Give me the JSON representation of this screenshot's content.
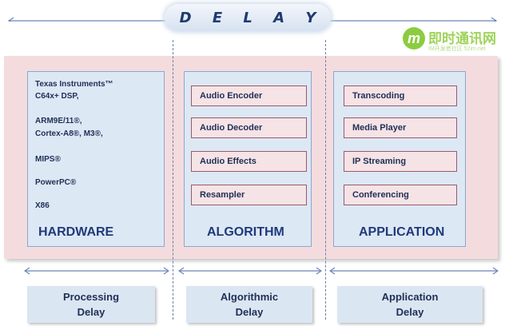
{
  "title": "D E L A Y",
  "watermark": {
    "mark": "m",
    "name": "即时通讯网",
    "sub": "IM开发者社区 52im.net"
  },
  "hardware": {
    "items": [
      "Texas Instruments™",
      "C64x+ DSP,",
      "ARM9E/11®,",
      "Cortex-A8®, M3®,",
      "MIPS®",
      "PowerPC®",
      "X86"
    ],
    "label": "HARDWARE"
  },
  "algorithm": {
    "items": [
      "Audio Encoder",
      "Audio Decoder",
      "Audio Effects",
      "Resampler"
    ],
    "label": "ALGORITHM"
  },
  "application": {
    "items": [
      "Transcoding",
      "Media Player",
      "IP Streaming",
      "Conferencing"
    ],
    "label": "APPLICATION"
  },
  "delays": [
    {
      "line1": "Processing",
      "line2": "Delay"
    },
    {
      "line1": "Algorithmic",
      "line2": "Delay"
    },
    {
      "line1": "Application",
      "line2": "Delay"
    }
  ],
  "colors": {
    "band": "#f4dcde",
    "column": "#dde8f5",
    "box_border": "#9b5a6a",
    "text": "#1f2f55"
  }
}
